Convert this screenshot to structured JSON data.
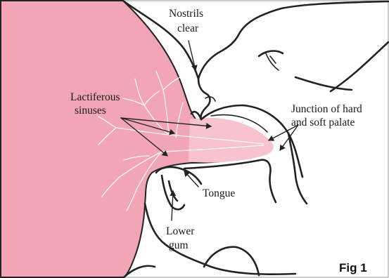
{
  "figure": {
    "label": "Fig 1",
    "colors": {
      "breast": "#f2a6b5",
      "nipple_canal": "#f7c3ce",
      "outline": "#222222",
      "background": "#ffffff"
    }
  },
  "labels": {
    "nostrils": [
      "Nostrils",
      "clear"
    ],
    "sinuses": [
      "Lactiferous",
      "sinuses"
    ],
    "palate": [
      "Junction of hard",
      "and soft palate"
    ],
    "tongue": "Tongue",
    "gum": [
      "Lower",
      "gum"
    ]
  }
}
